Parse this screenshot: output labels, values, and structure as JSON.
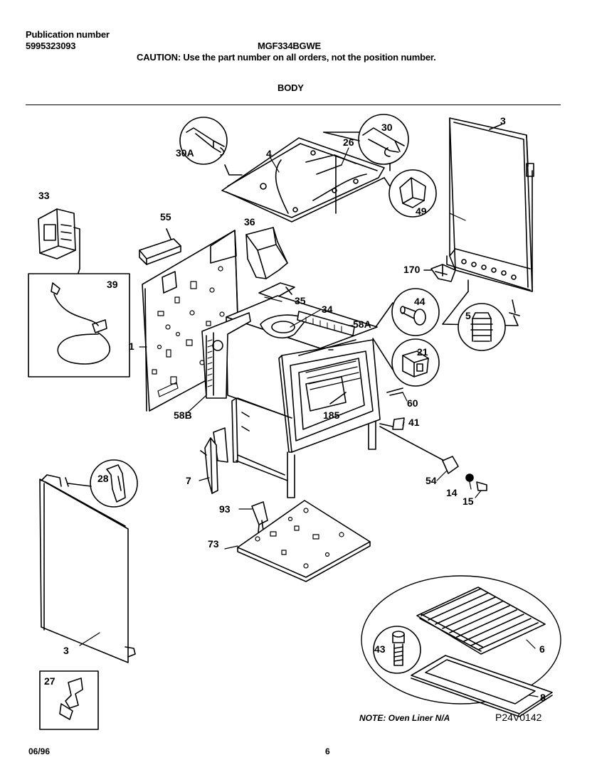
{
  "header": {
    "pub_label": "Publication number",
    "pub_number": "5995323093",
    "model": "MGF334BGWE",
    "caution": "CAUTION:  Use the part number on all orders, not the position number.",
    "section": "BODY"
  },
  "callouts": {
    "c3_top": "3",
    "c4": "4",
    "c26": "26",
    "c30": "30",
    "c30a": "30A",
    "c49": "49",
    "c33": "33",
    "c55": "55",
    "c36": "36",
    "c39": "39",
    "c35": "35",
    "c34": "34",
    "c58a": "58A",
    "c44": "44",
    "c5": "5",
    "c21": "21",
    "c170": "170",
    "c1": "1",
    "c58b": "58B",
    "c185": "185",
    "c60": "60",
    "c41": "41",
    "c28": "28",
    "c7": "7",
    "c54": "54",
    "c14": "14",
    "c15": "15",
    "c93": "93",
    "c73": "73",
    "c3_bottom": "3",
    "c43": "43",
    "c6": "6",
    "c8": "8",
    "c27": "27"
  },
  "note": "NOTE: Oven Liner N/A",
  "diagram_code": "P24V0142",
  "footer": {
    "date": "06/96",
    "page": "6"
  }
}
